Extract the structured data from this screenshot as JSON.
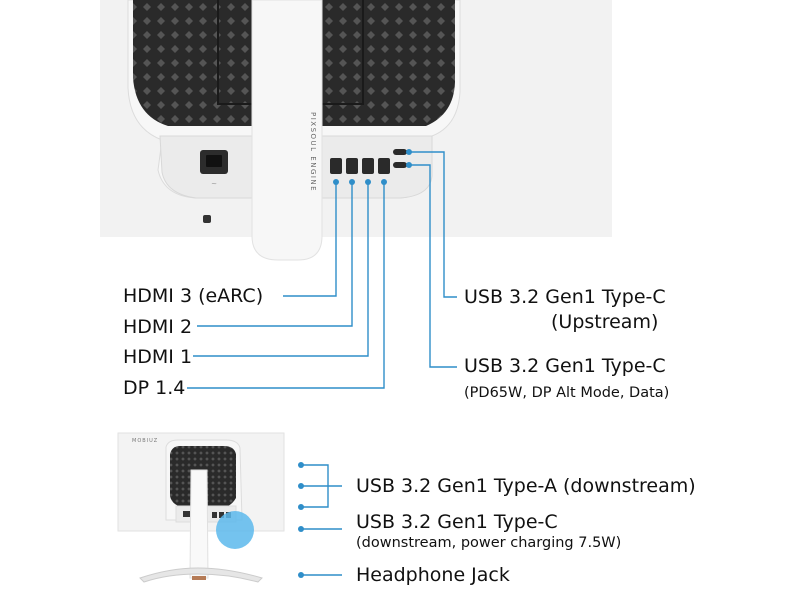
{
  "brand_text": {
    "main_vertical": "PIXSOUL ENGINE",
    "small_corner": "MOBIUZ"
  },
  "colors": {
    "callout_line": "#2f8ec9",
    "highlight_spot": "#5cb8ec",
    "monitor_body": "#f2f2f2",
    "grille_dark": "#2a2a2a"
  },
  "top_callouts": {
    "left": [
      {
        "label": "HDMI 3 (eARC)"
      },
      {
        "label": "HDMI 2"
      },
      {
        "label": "HDMI 1"
      },
      {
        "label": "DP 1.4"
      }
    ],
    "right": [
      {
        "line1": "USB 3.2 Gen1 Type-C",
        "line2": "(Upstream)"
      },
      {
        "line1": "USB 3.2 Gen1 Type-C",
        "line2": "(PD65W, DP Alt Mode, Data)"
      }
    ]
  },
  "bottom_callouts": [
    {
      "label": "USB 3.2 Gen1 Type-A (downstream)"
    },
    {
      "line1": "USB 3.2 Gen1 Type-C",
      "line2": "(downstream, power charging 7.5W)"
    },
    {
      "label": "Headphone Jack"
    }
  ]
}
